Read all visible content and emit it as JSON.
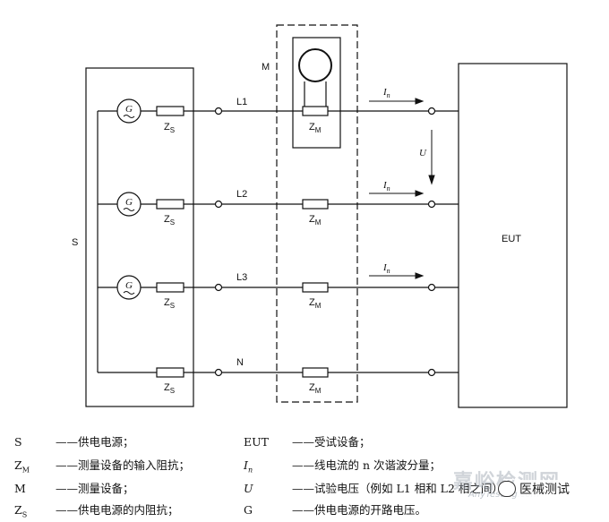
{
  "diagram": {
    "source_block": "S",
    "meter_block": "M",
    "eut_block": "EUT",
    "lines": [
      "L1",
      "L2",
      "L3",
      "N"
    ],
    "zs_label": "Z",
    "zs_sub": "S",
    "zm_label": "Z",
    "zm_sub": "M",
    "generator_symbol": "G",
    "current_label": "I",
    "current_sub": "n",
    "voltage_label": "U"
  },
  "legend": [
    {
      "symbol": "S",
      "sub": "",
      "text": "——供电电源；"
    },
    {
      "symbol": "Z",
      "sub": "M",
      "text": "——测量设备的输入阻抗；"
    },
    {
      "symbol": "M",
      "sub": "",
      "text": "——测量设备；"
    },
    {
      "symbol": "Z",
      "sub": "S",
      "text": "——供电电源的内阻抗；"
    },
    {
      "symbol": "EUT",
      "sub": "",
      "text": "——受试设备；"
    },
    {
      "symbol": "I",
      "sub": "n",
      "text": "——线电流的 n 次谐波分量；"
    },
    {
      "symbol": "U",
      "sub": "",
      "text": "——试验电压（例如 L1 相和 L2 相之间）；"
    },
    {
      "symbol": "G",
      "sub": "",
      "text": "——供电电源的开路电压。"
    }
  ],
  "watermark": {
    "main": "嘉峪检测网",
    "sub": "AnyTesting.com",
    "badge": "医械测试"
  }
}
